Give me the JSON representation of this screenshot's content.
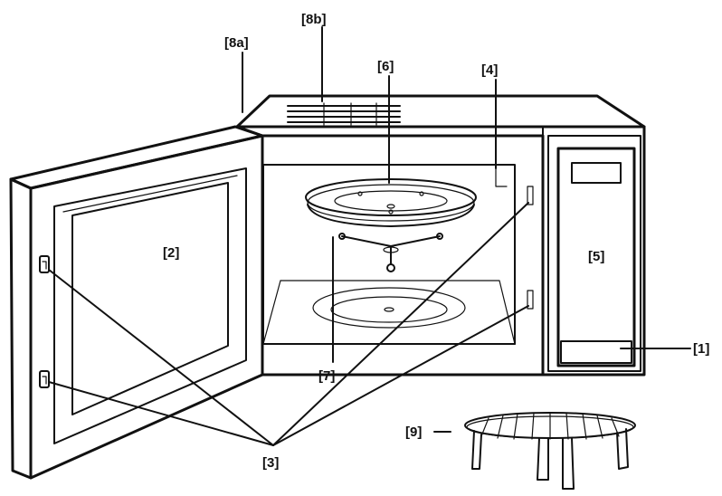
{
  "labels": {
    "l1": "[1]",
    "l2": "[2]",
    "l3": "[3]",
    "l4": "[4]",
    "l5": "[5]",
    "l6": "[6]",
    "l7": "[7]",
    "l8a": "[8a]",
    "l8b": "[8b]",
    "l9": "[9]"
  }
}
